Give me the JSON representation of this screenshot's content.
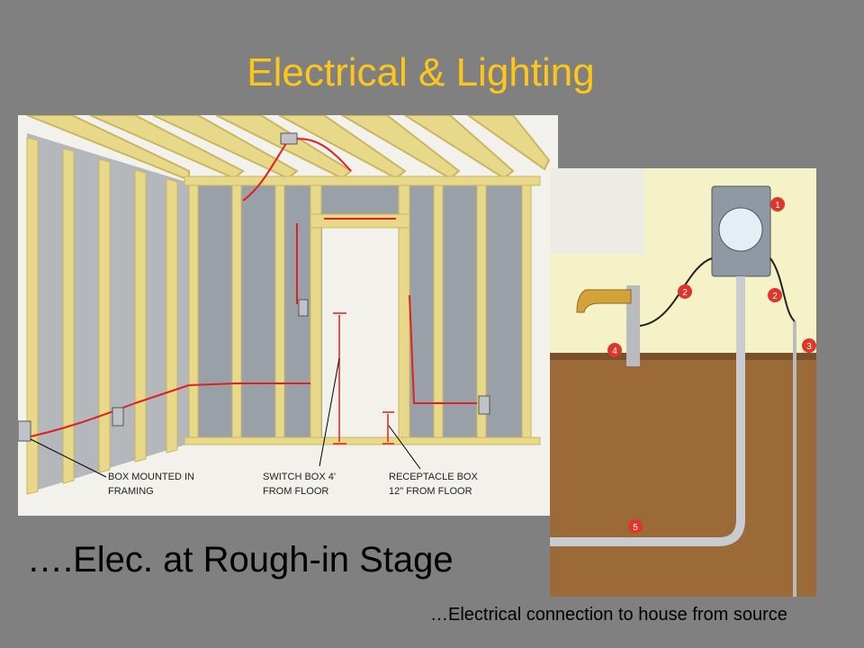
{
  "slide": {
    "title": "Electrical & Lighting",
    "caption_main": "….Elec. at Rough-in Stage",
    "caption_sub": "…Electrical connection to house from source"
  },
  "framing_diagram": {
    "label_box": [
      "BOX MOUNTED IN",
      "FRAMING"
    ],
    "label_switch": [
      "SWITCH BOX 4'",
      "FROM FLOOR"
    ],
    "label_receptacle": [
      "RECEPTACLE BOX",
      "12\" FROM FLOOR"
    ]
  },
  "service_diagram": {
    "callouts": [
      "1",
      "2",
      "2",
      "3",
      "4",
      "5"
    ]
  },
  "colors": {
    "background": "#808080",
    "title": "#ffc61a",
    "stud": "#e8d98a",
    "insulation": "#9aa0a8",
    "wire": "#e02020",
    "soil": "#9b6a36",
    "callout": "#e0352b"
  }
}
